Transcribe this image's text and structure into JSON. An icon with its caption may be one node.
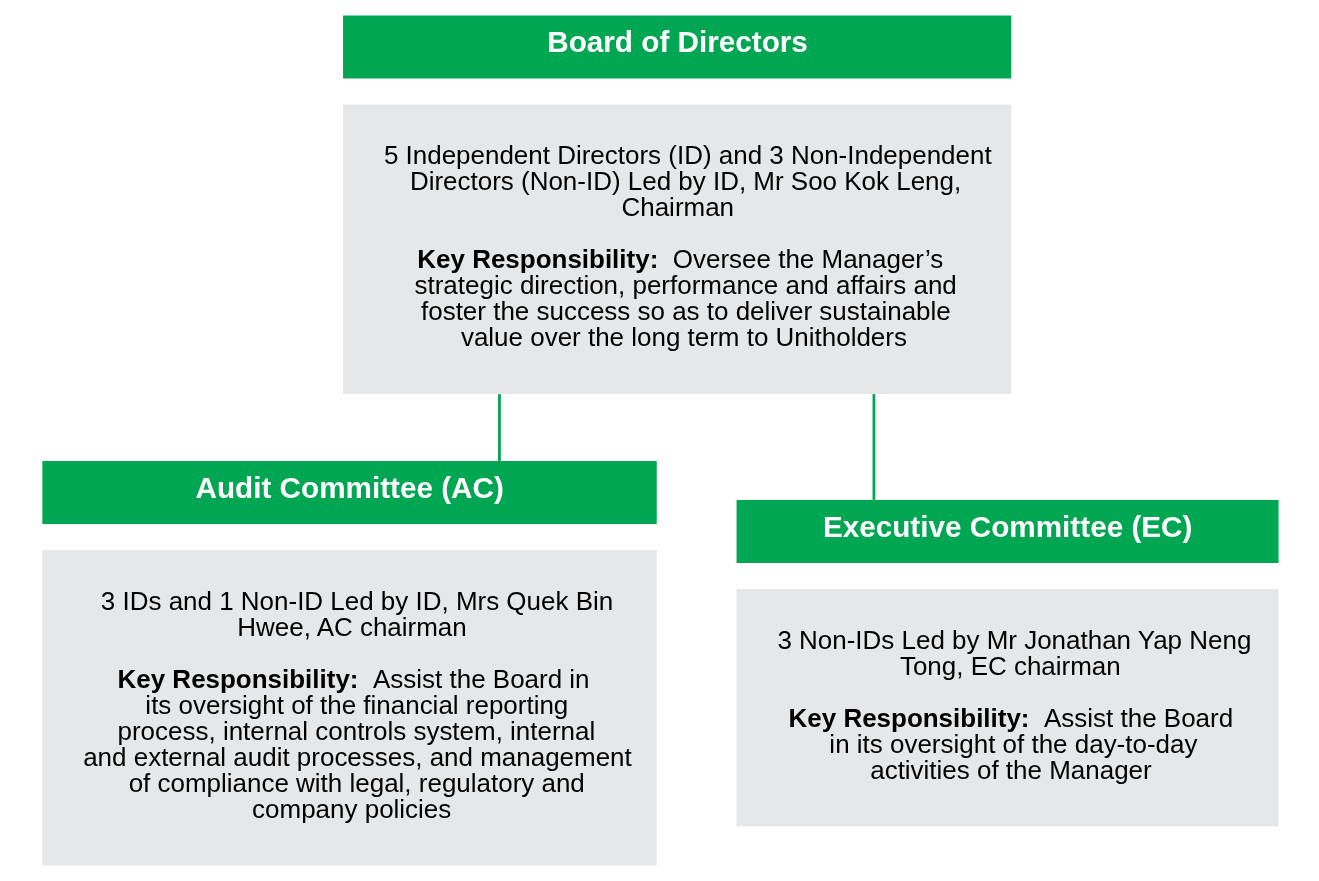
{
  "diagram": {
    "nodes": [
      {
        "text": [
          "Board of Directors",
          "5 Independent Directors (ID) and 3 Non-Independent Directors (Non-ID) Led by ID, Mr Soo Kok Leng, Chairman",
          "**Key Responsibility:** Oversee the Manager’s strategic direction, performance and affairs and foster the success so as to deliver sustainable value over the long term to Unitholders"
        ]
      },
      {
        "text": [
          "Audit Committee (AC)",
          "3 IDs and 1 Non-ID Led by ID, Mrs Quek Bin Hwee, AC chairman",
          "**Key Responsibility:** Assist the Board in its oversight of the financial reporting process, internal controls system, internal and external audit processes, and management of compliance with legal, regulatory and company policies"
        ]
      },
      {
        "text": [
          "Executive Committee (EC)",
          "3 Non-IDs Led by Mr Jonathan Yap Neng Tong, EC chairman",
          "**Key Responsibility:** Assist the Board in its oversight of the day-to-day activities of the Manager"
        ]
      }
    ],
    "edges": [
      {
        "from": 0,
        "to": 1,
        "arrow": "none"
      },
      {
        "from": 0,
        "to": 2,
        "arrow": "none"
      }
    ]
  }
}
